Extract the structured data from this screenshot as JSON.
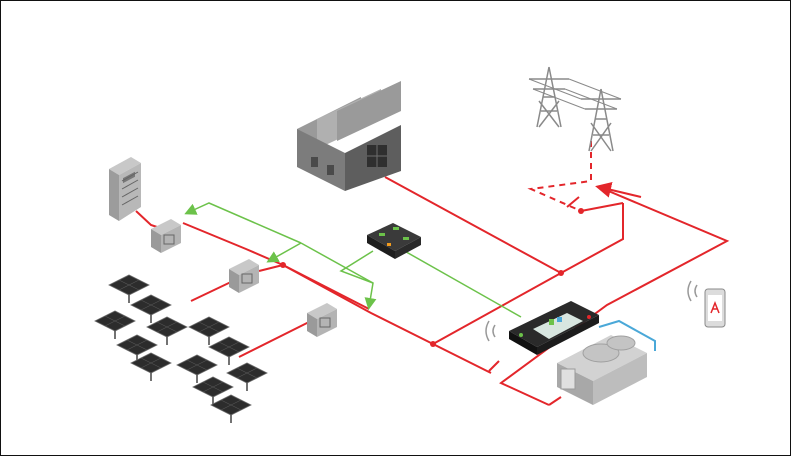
{
  "colors": {
    "power_line": "#e3262b",
    "signal_line": "#6cc24a",
    "equipment_gray": "#8e8e8e",
    "dark_panel": "#2a2a2a",
    "comm_line": "#4aa8d8"
  },
  "diagram": {
    "nodes": [
      {
        "id": "utility-grid-pylon",
        "icon": "transmission-tower-icon"
      },
      {
        "id": "factory-load",
        "icon": "factory-icon"
      },
      {
        "id": "combiner-cabinet",
        "icon": "electrical-cabinet-icon"
      },
      {
        "id": "inverter-1",
        "icon": "inverter-icon"
      },
      {
        "id": "inverter-2",
        "icon": "inverter-icon"
      },
      {
        "id": "inverter-3",
        "icon": "inverter-icon"
      },
      {
        "id": "io-module",
        "icon": "io-module-icon"
      },
      {
        "id": "hybrid-controller",
        "icon": "controller-display-icon"
      },
      {
        "id": "diesel-generator",
        "icon": "generator-icon"
      },
      {
        "id": "mobile-app",
        "icon": "smartphone-icon"
      },
      {
        "id": "solar-array",
        "icon": "solar-panel-icon"
      }
    ]
  }
}
